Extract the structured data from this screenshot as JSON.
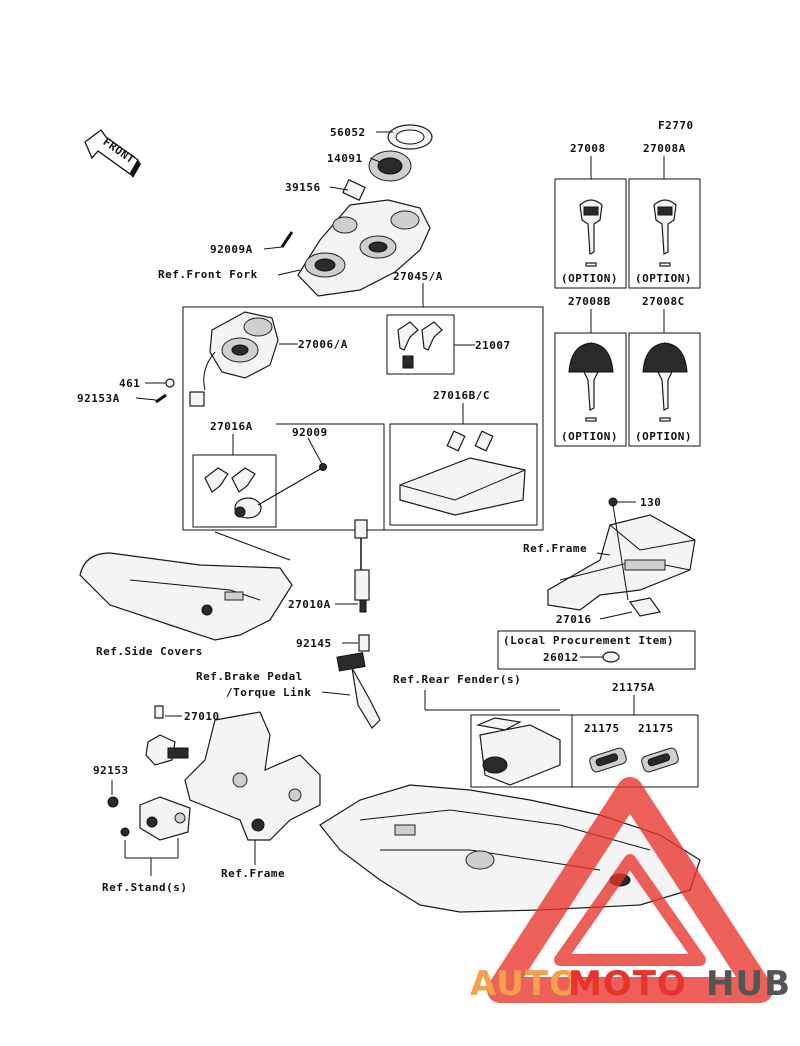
{
  "figure_code": "F2770",
  "front_arrow": "FRONT",
  "labels": {
    "p56052": "56052",
    "p14091": "14091",
    "p39156": "39156",
    "p92009A": "92009A",
    "ref_front_fork": "Ref.Front Fork",
    "p27045A": "27045/A",
    "p27006A": "27006/A",
    "p21007": "21007",
    "p461": "461",
    "p92153A": "92153A",
    "p27016BC": "27016B/C",
    "p27016A": "27016A",
    "p92009": "92009",
    "p27008": "27008",
    "p27008A": "27008A",
    "p27008B": "27008B",
    "p27008C": "27008C",
    "option_1": "(OPTION)",
    "option_2": "(OPTION)",
    "option_3": "(OPTION)",
    "option_4": "(OPTION)",
    "p130": "130",
    "ref_frame_1": "Ref.Frame",
    "p27016": "27016",
    "local_procurement": "(Local Procurement Item)",
    "p26012": "26012",
    "p27010A": "27010A",
    "ref_side_covers": "Ref.Side Covers",
    "p92145": "92145",
    "ref_brake_pedal": "Ref.Brake Pedal",
    "torque_link": "/Torque Link",
    "ref_rear_fender": "Ref.Rear Fender(s)",
    "p21175A": "21175A",
    "p21175_1": "21175",
    "p21175_2": "21175",
    "p27010": "27010",
    "p92153": "92153",
    "ref_stand": "Ref.Stand(s)",
    "ref_frame_2": "Ref.Frame"
  },
  "watermark": {
    "part1": "AUTO",
    "part2": "MOTO",
    "part3": "HUB",
    "color_orange": "#f5a04a",
    "color_red": "#e8342c",
    "color_gray": "#555555"
  }
}
